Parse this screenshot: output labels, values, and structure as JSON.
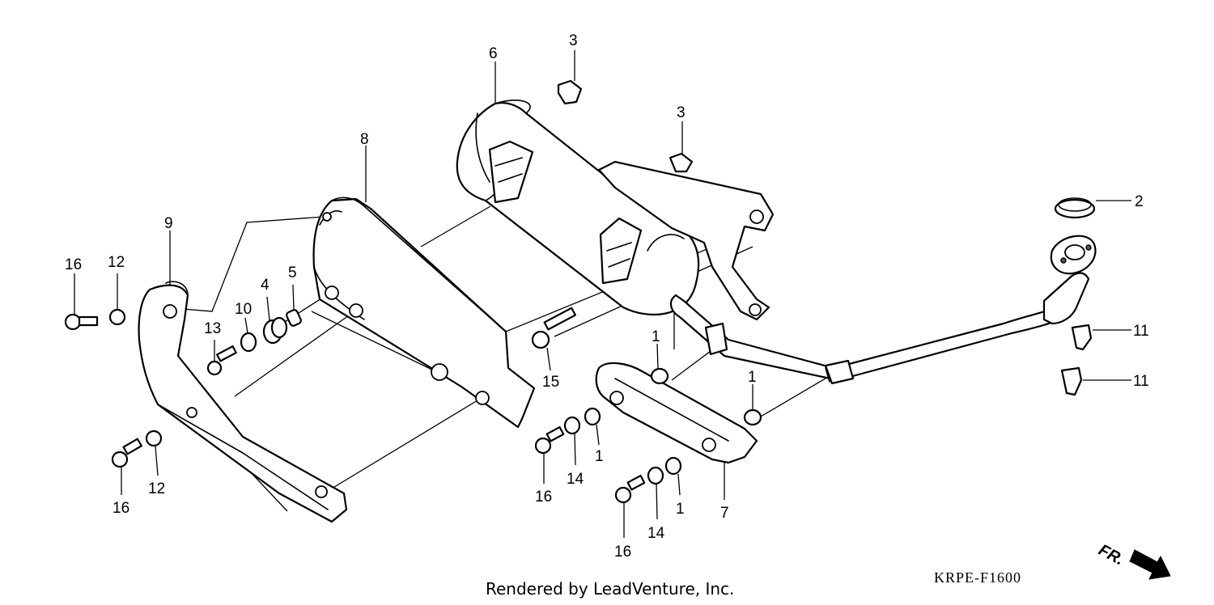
{
  "diagram": {
    "catalog_code": "KRPE-F1600",
    "credit": "Rendered by LeadVenture, Inc.",
    "direction_label": "FR.",
    "callouts": {
      "c1a": "1",
      "c1b": "1",
      "c1c": "1",
      "c1d": "1",
      "c2": "2",
      "c3a": "3",
      "c3b": "3",
      "c4": "4",
      "c5": "5",
      "c6": "6",
      "c7": "7",
      "c8": "8",
      "c9": "9",
      "c10": "10",
      "c11a": "11",
      "c11b": "11",
      "c12a": "12",
      "c12b": "12",
      "c13": "13",
      "c14a": "14",
      "c14b": "14",
      "c15": "15",
      "c16a": "16",
      "c16b": "16",
      "c16c": "16",
      "c16d": "16"
    }
  },
  "colors": {
    "ink": "#000000",
    "paper": "#ffffff"
  }
}
